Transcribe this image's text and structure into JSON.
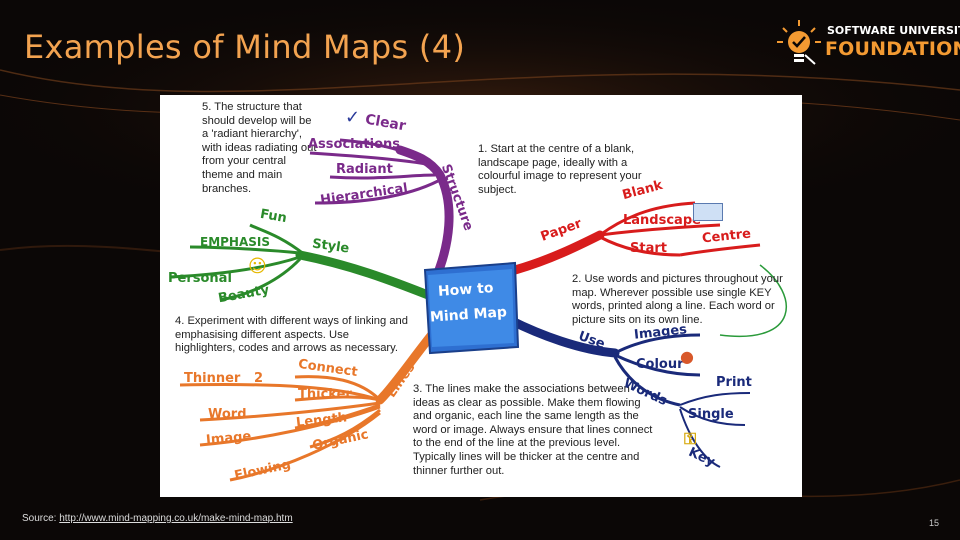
{
  "slide": {
    "title": "Examples of Mind Maps (4)",
    "page_number": "15"
  },
  "logo": {
    "line1": "SOFTWARE UNIVERSITY",
    "line2": "FOUNDATION"
  },
  "source": {
    "label": "Source: ",
    "link": "http://www.mind-mapping.co.uk/make-mind-map.htm"
  },
  "mind_map": {
    "center": [
      "How to",
      "Mind Map"
    ],
    "notes": {
      "n1": "1. Start at the centre of a blank, landscape page, ideally with a colourful image to represent your subject.",
      "n2": "2. Use words and pictures throughout your map. Wherever possible use single KEY words, printed along a line. Each word or picture sits on its own line.",
      "n3": "3. The lines make the associations between ideas as clear as possible. Make them flowing and organic, each line the same length as the word or image. Always ensure that lines connect to the end of the line at the previous level. Typically lines will be thicker at the centre and thinner further out.",
      "n4": "4. Experiment with different ways of linking and emphasising different aspects. Use highlighters, codes and arrows as necessary.",
      "n5": "5. The structure that should develop will be a 'radiant hierarchy', with ideas radiating out from your central theme and main branches."
    },
    "branches": {
      "structure": {
        "label": "Structure",
        "color": "#7a2a8a",
        "children": [
          "Clear",
          "Associations",
          "Radiant",
          "Hierarchical"
        ]
      },
      "style": {
        "label": "Style",
        "color": "#2a8a2a",
        "children": [
          "Fun",
          "EMPHASIS",
          "Personal",
          "Beauty"
        ]
      },
      "paper": {
        "label": "Paper",
        "color": "#d81c1c",
        "children": [
          "Blank",
          "Landscape",
          "Start",
          "Centre"
        ]
      },
      "use": {
        "label": "Use",
        "color": "#1a2a7a",
        "children": [
          "Images",
          "Colour",
          "Words",
          "Print",
          "Single",
          "Key"
        ]
      },
      "lines": {
        "label": "Lines",
        "color": "#e8772a",
        "children": [
          "Connect",
          "Thinner",
          "2",
          "Thicker",
          "Word",
          "Length",
          "Image",
          "Organic",
          "Flowing"
        ]
      }
    }
  }
}
